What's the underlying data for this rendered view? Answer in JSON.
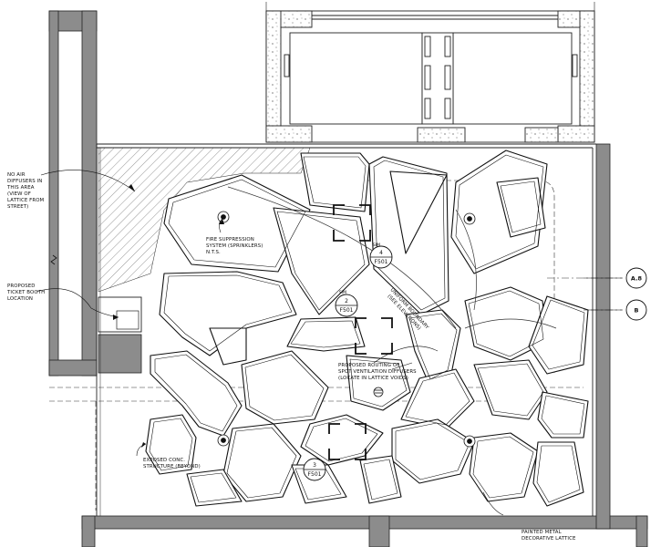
{
  "notes": {
    "no_air": [
      "NO AIR",
      "DIFFUSERS IN",
      "THIS AREA",
      "(VIEW OF",
      "LATTICE FROM",
      "STREET)"
    ],
    "ticket": [
      "PROPOSED",
      "TICKET BOOTH",
      "LOCATION"
    ],
    "fire": [
      "FIRE SUPPRESSION",
      "SYSTEM (SPRINKLERS)",
      "N.T.S."
    ],
    "routing": [
      "PROPOSED ROUTING OF",
      "SPOT VENTILATION DIFFUSERS",
      "(LOCATE IN LATTICE VOIDS)"
    ],
    "exposed": [
      "EXPOSED CONC.",
      "STRUCTURE (BEYOND)"
    ],
    "painted": [
      "PAINTED METAL",
      "DECORATIVE LATTICE"
    ],
    "uniform": [
      "UNIFORM BOUNDARY",
      "(SEE ELEVATIONS)"
    ]
  },
  "tags": {
    "t4": {
      "sim": "SIM",
      "num": "4",
      "sheet": "F501"
    },
    "t2": {
      "sim": "SIM",
      "num": "2",
      "sheet": "F501"
    },
    "t3": {
      "num": "3",
      "sheet": "F501"
    }
  },
  "grid": {
    "ab": "A.8",
    "b": "B"
  },
  "colors": {
    "wall": "#8c8c8c",
    "line": "#111111",
    "lattice_fill": "#ffffff"
  }
}
